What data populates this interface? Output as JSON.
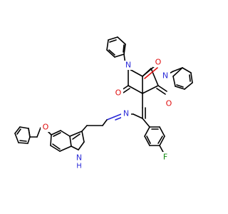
{
  "atoms": {
    "n_imide_left": "N",
    "n_imide_right": "N",
    "o_carbonyl_top": "O",
    "o_carbonyl_left": "O",
    "o_carbonyl_right": "O",
    "n_imine": "N",
    "o_ether": "O",
    "n_indole": "N",
    "h_indole": "H",
    "f_fluoro": "F"
  },
  "colors": {
    "carbon": "#000000",
    "nitrogen": "#2b2bd8",
    "oxygen": "#e01010",
    "fluorine": "#0f8a0f"
  }
}
